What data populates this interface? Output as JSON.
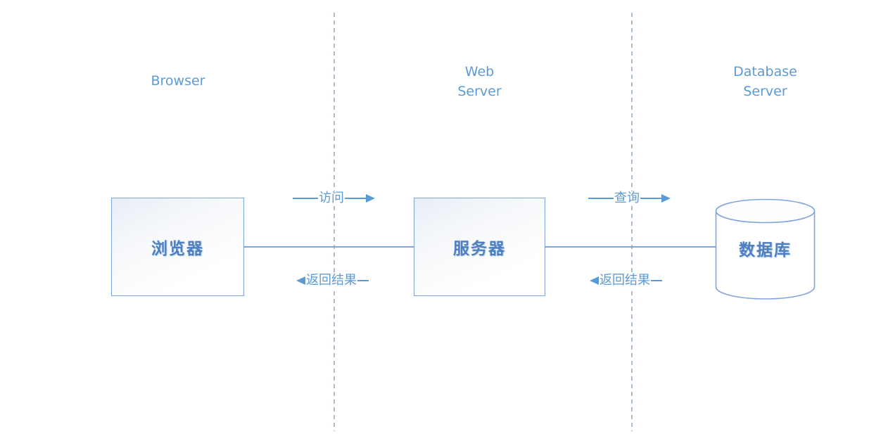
{
  "diagram": {
    "kind": "web-architecture-sequence-diagram",
    "lanes": {
      "browser_title": "Browser",
      "web_server_title": [
        "Web",
        "Server"
      ],
      "database_server_title": [
        "Database",
        "Server"
      ]
    },
    "nodes": {
      "browser": "浏览器",
      "web_server": "服务器",
      "database": "数据库"
    },
    "arrows": {
      "access": "访问",
      "return_result_browser": "返回结果",
      "query": "查询",
      "return_result_server": "返回结果"
    },
    "colors": {
      "accent_blue": "#5b9bd5",
      "node_border": "#7ea6d8",
      "node_text": "#4e7fc0",
      "dashed_divider": "#a9bcd3"
    }
  }
}
